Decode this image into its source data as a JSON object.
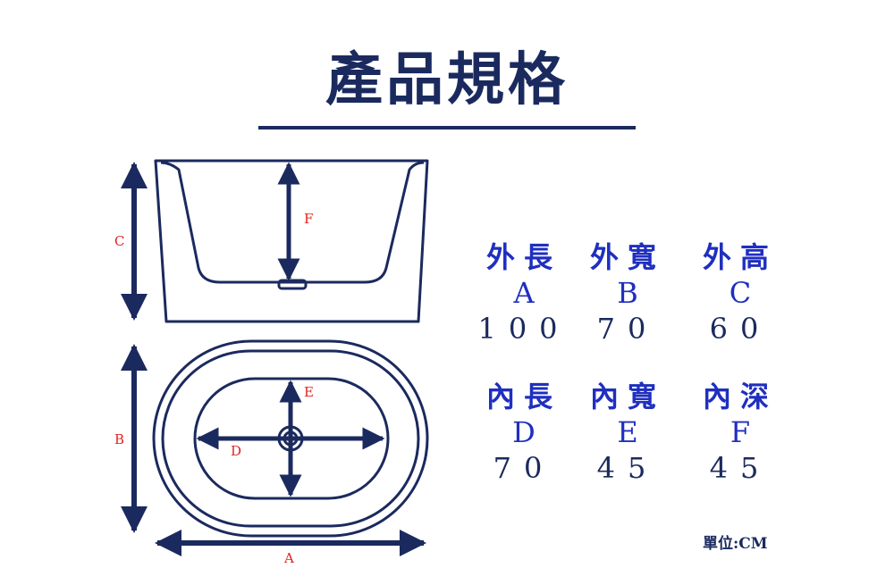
{
  "title": "產品規格",
  "colors": {
    "navy": "#1b2a5e",
    "blue": "#1f2fbf",
    "red": "#e0231f"
  },
  "diagram_labels": {
    "a": "A",
    "b": "B",
    "c": "C",
    "d": "D",
    "e": "E",
    "f": "F"
  },
  "specs": [
    {
      "label": "外長",
      "letter": "A",
      "value": "100"
    },
    {
      "label": "外寬",
      "letter": "B",
      "value": "70"
    },
    {
      "label": "外高",
      "letter": "C",
      "value": "60"
    },
    {
      "label": "內長",
      "letter": "D",
      "value": "70"
    },
    {
      "label": "內寬",
      "letter": "E",
      "value": "45"
    },
    {
      "label": "內深",
      "letter": "F",
      "value": "45"
    }
  ],
  "unit": "單位:CM"
}
